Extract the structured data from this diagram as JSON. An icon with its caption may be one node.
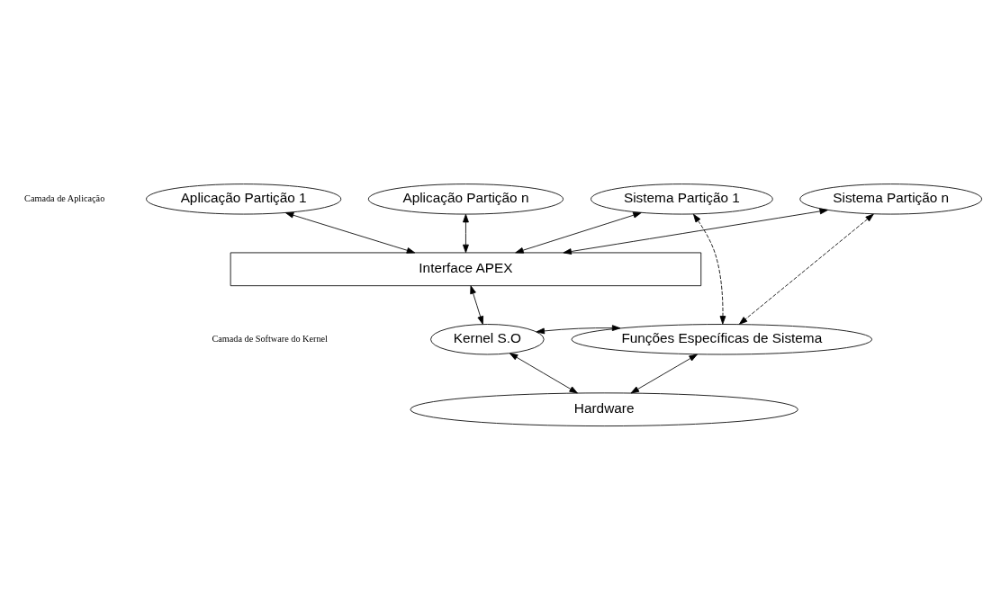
{
  "diagram": {
    "nodes": [
      {
        "text": [
          "Aplicação Partição 1"
        ]
      },
      {
        "text": [
          "Aplicação Partição n"
        ]
      },
      {
        "text": [
          "Sistema Partição 1"
        ]
      },
      {
        "text": [
          "Sistema Partição n"
        ]
      },
      {
        "text": [
          "Interface APEX"
        ]
      },
      {
        "text": [
          "Kernel S.O"
        ]
      },
      {
        "text": [
          "Funções Específicas de Sistema"
        ]
      },
      {
        "text": [
          "Hardware"
        ]
      }
    ],
    "edges": [
      {
        "from": 0,
        "to": 4,
        "arrow": "both"
      },
      {
        "from": 1,
        "to": 4,
        "arrow": "both"
      },
      {
        "from": 2,
        "to": 4,
        "arrow": "both"
      },
      {
        "from": 2,
        "to": 6,
        "arrow": "both",
        "style": "dashed"
      },
      {
        "from": 3,
        "to": 4,
        "arrow": "both"
      },
      {
        "from": 3,
        "to": 6,
        "arrow": "both",
        "style": "dashed"
      },
      {
        "from": 4,
        "to": 5,
        "arrow": "both"
      },
      {
        "from": 5,
        "to": 6,
        "arrow": "both"
      },
      {
        "from": 5,
        "to": 7,
        "arrow": "both"
      },
      {
        "from": 6,
        "to": 7,
        "arrow": "both"
      }
    ],
    "labels": [
      "Camada de Aplicação",
      "Camada de Software do Kernel"
    ]
  }
}
